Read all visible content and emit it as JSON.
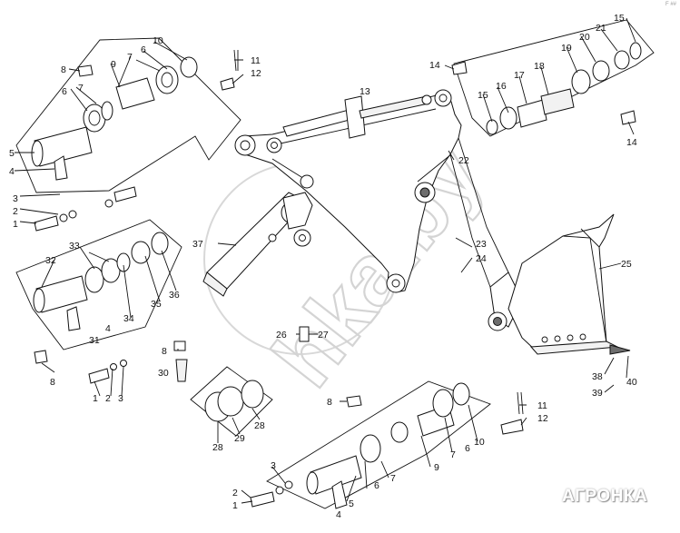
{
  "watermark": {
    "text": "hka.by"
  },
  "logo": {
    "text": "АГРОНКА"
  },
  "corner_mark": "F ##",
  "callouts": [
    {
      "id": "c1",
      "text": "1"
    },
    {
      "id": "c2",
      "text": "2"
    },
    {
      "id": "c3",
      "text": "3"
    },
    {
      "id": "c4",
      "text": "4"
    },
    {
      "id": "c5",
      "text": "5"
    },
    {
      "id": "c6",
      "text": "6"
    },
    {
      "id": "c7",
      "text": "7"
    },
    {
      "id": "c8",
      "text": "8"
    },
    {
      "id": "c9",
      "text": "9"
    },
    {
      "id": "c10",
      "text": "10"
    },
    {
      "id": "c11",
      "text": "11"
    },
    {
      "id": "c12",
      "text": "12"
    },
    {
      "id": "c13",
      "text": "13"
    },
    {
      "id": "c14",
      "text": "14"
    },
    {
      "id": "c15",
      "text": "15"
    },
    {
      "id": "c16",
      "text": "16"
    },
    {
      "id": "c17",
      "text": "17"
    },
    {
      "id": "c18",
      "text": "18"
    },
    {
      "id": "c19",
      "text": "19"
    },
    {
      "id": "c20",
      "text": "20"
    },
    {
      "id": "c21",
      "text": "21"
    },
    {
      "id": "c22",
      "text": "22"
    },
    {
      "id": "c23",
      "text": "23"
    },
    {
      "id": "c24",
      "text": "24"
    },
    {
      "id": "c25",
      "text": "25"
    },
    {
      "id": "c26",
      "text": "26"
    },
    {
      "id": "c27",
      "text": "27"
    },
    {
      "id": "c28",
      "text": "28"
    },
    {
      "id": "c29",
      "text": "29"
    },
    {
      "id": "c30",
      "text": "30"
    },
    {
      "id": "c31",
      "text": "31"
    },
    {
      "id": "c32",
      "text": "32"
    },
    {
      "id": "c33",
      "text": "33"
    },
    {
      "id": "c34",
      "text": "34"
    },
    {
      "id": "c35",
      "text": "35"
    },
    {
      "id": "c36",
      "text": "36"
    },
    {
      "id": "c37",
      "text": "37"
    },
    {
      "id": "c38",
      "text": "38"
    },
    {
      "id": "c39",
      "text": "39"
    },
    {
      "id": "c40",
      "text": "40"
    }
  ]
}
